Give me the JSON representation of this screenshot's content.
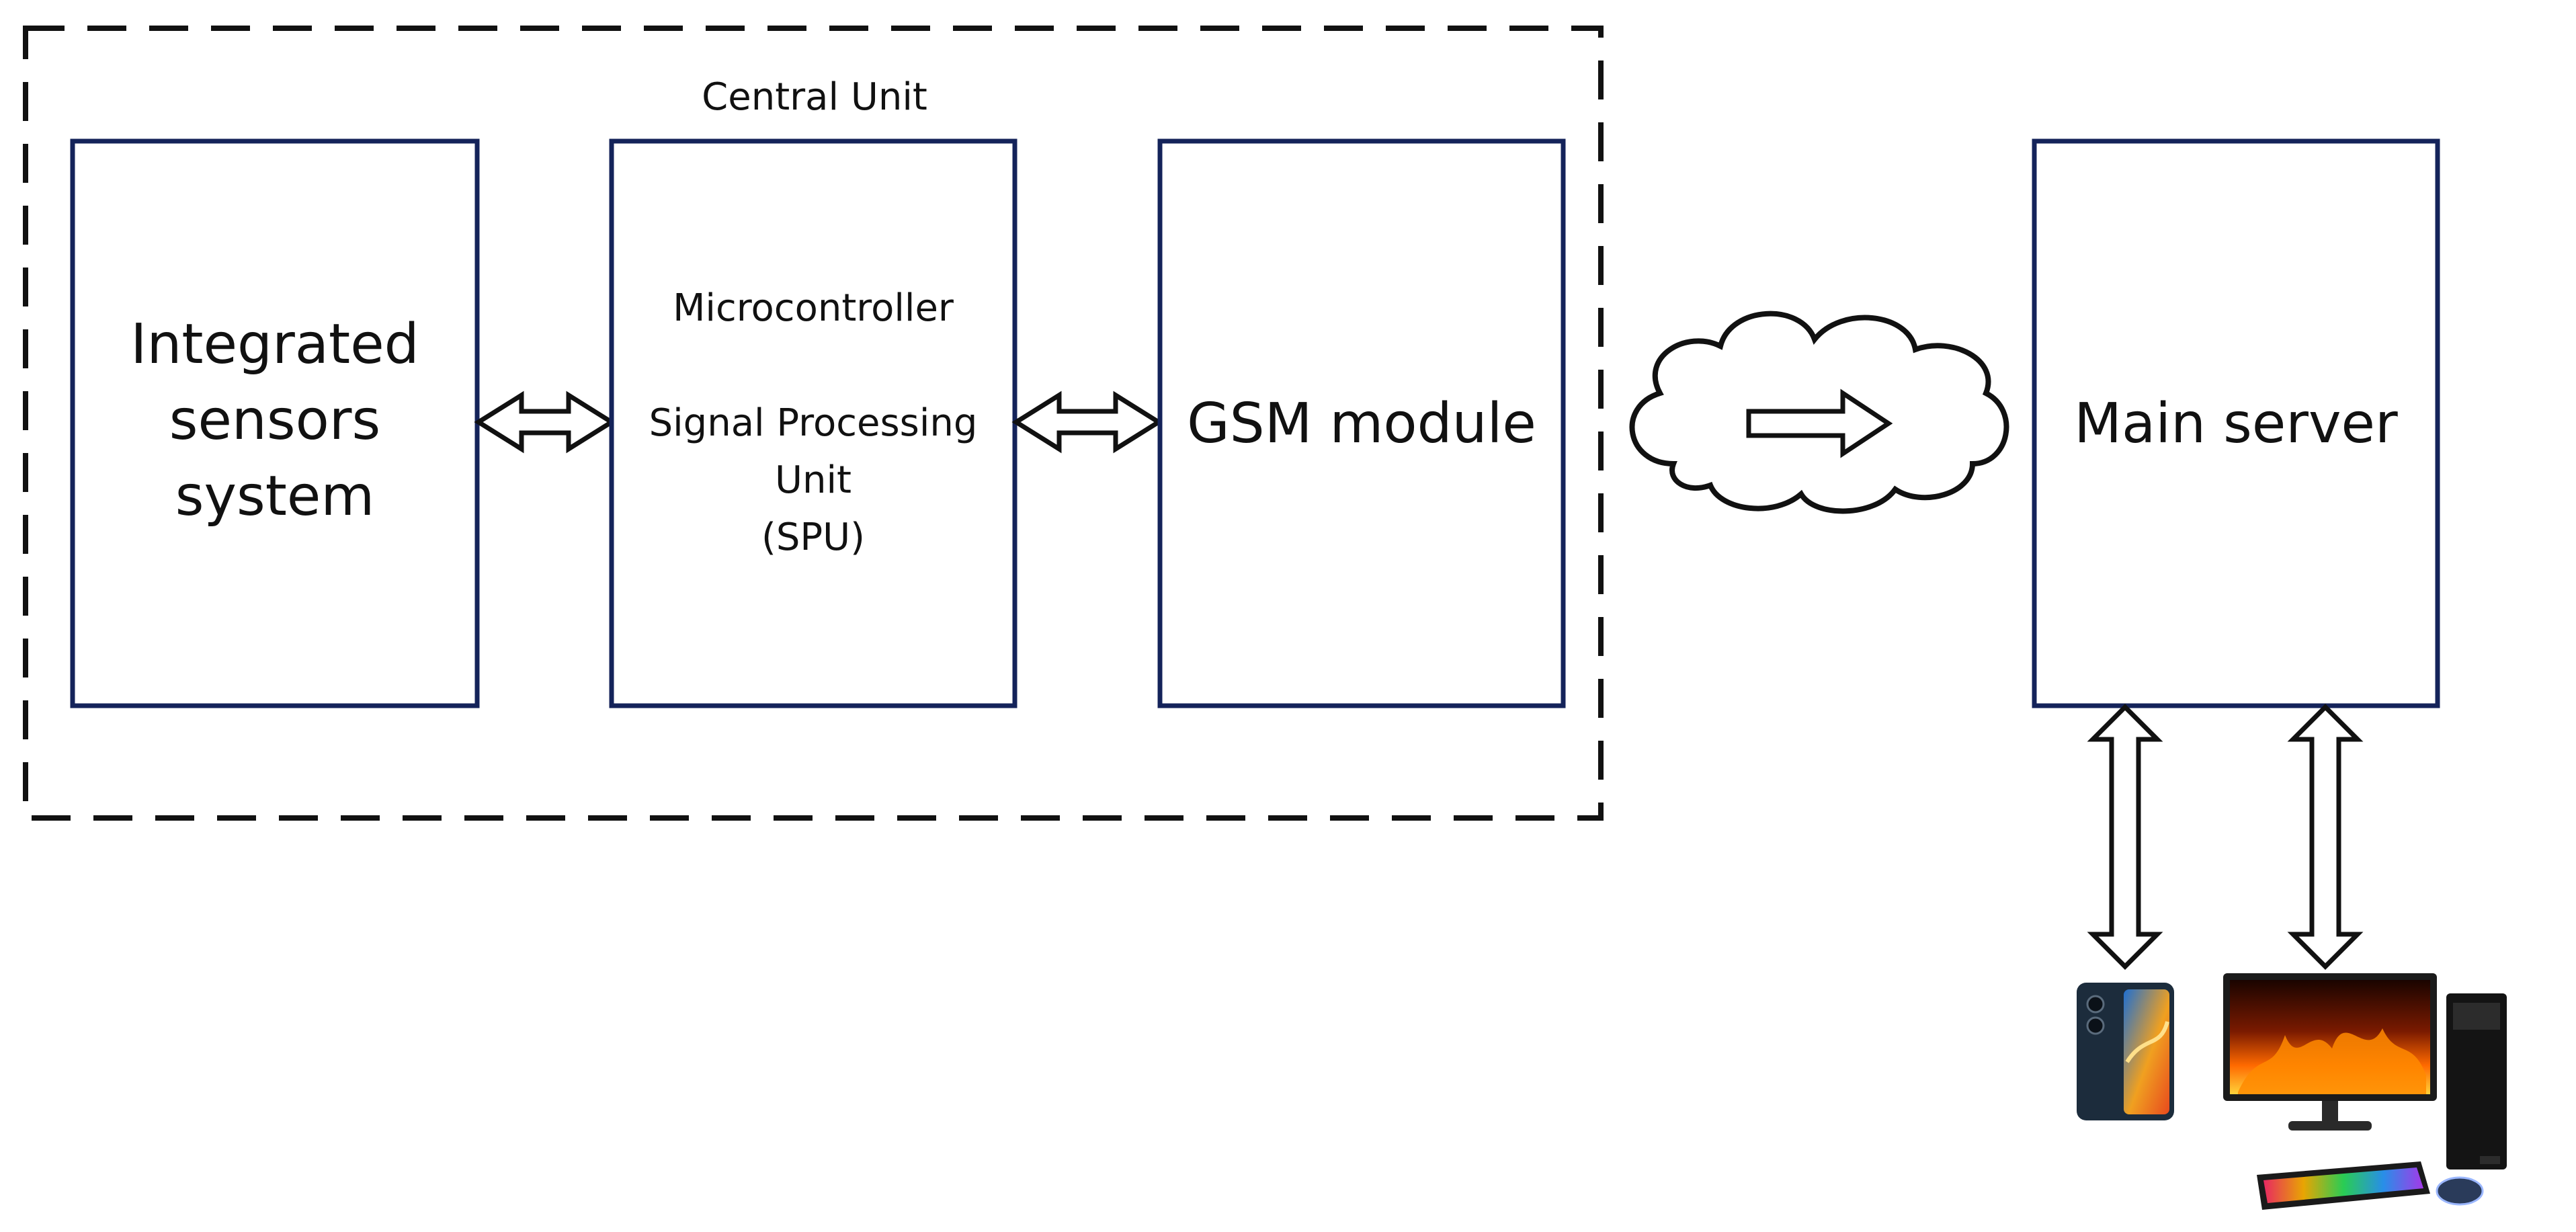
{
  "central_unit": {
    "title": "Central Unit"
  },
  "sensors_block": {
    "lines": [
      "Integrated",
      "sensors",
      "system"
    ]
  },
  "mcu_block": {
    "line1": "Microcontroller",
    "line2": "Signal Processing",
    "line3": "Unit",
    "line4": "(SPU)"
  },
  "gsm_block": {
    "label": "GSM module"
  },
  "server_block": {
    "label": "Main server"
  },
  "devices": {
    "phone": "smartphone-icon",
    "desktop": "desktop-computer-icon"
  },
  "colors": {
    "box_border": "#14235a",
    "dashed_border": "#111111",
    "arrow": "#111111"
  }
}
